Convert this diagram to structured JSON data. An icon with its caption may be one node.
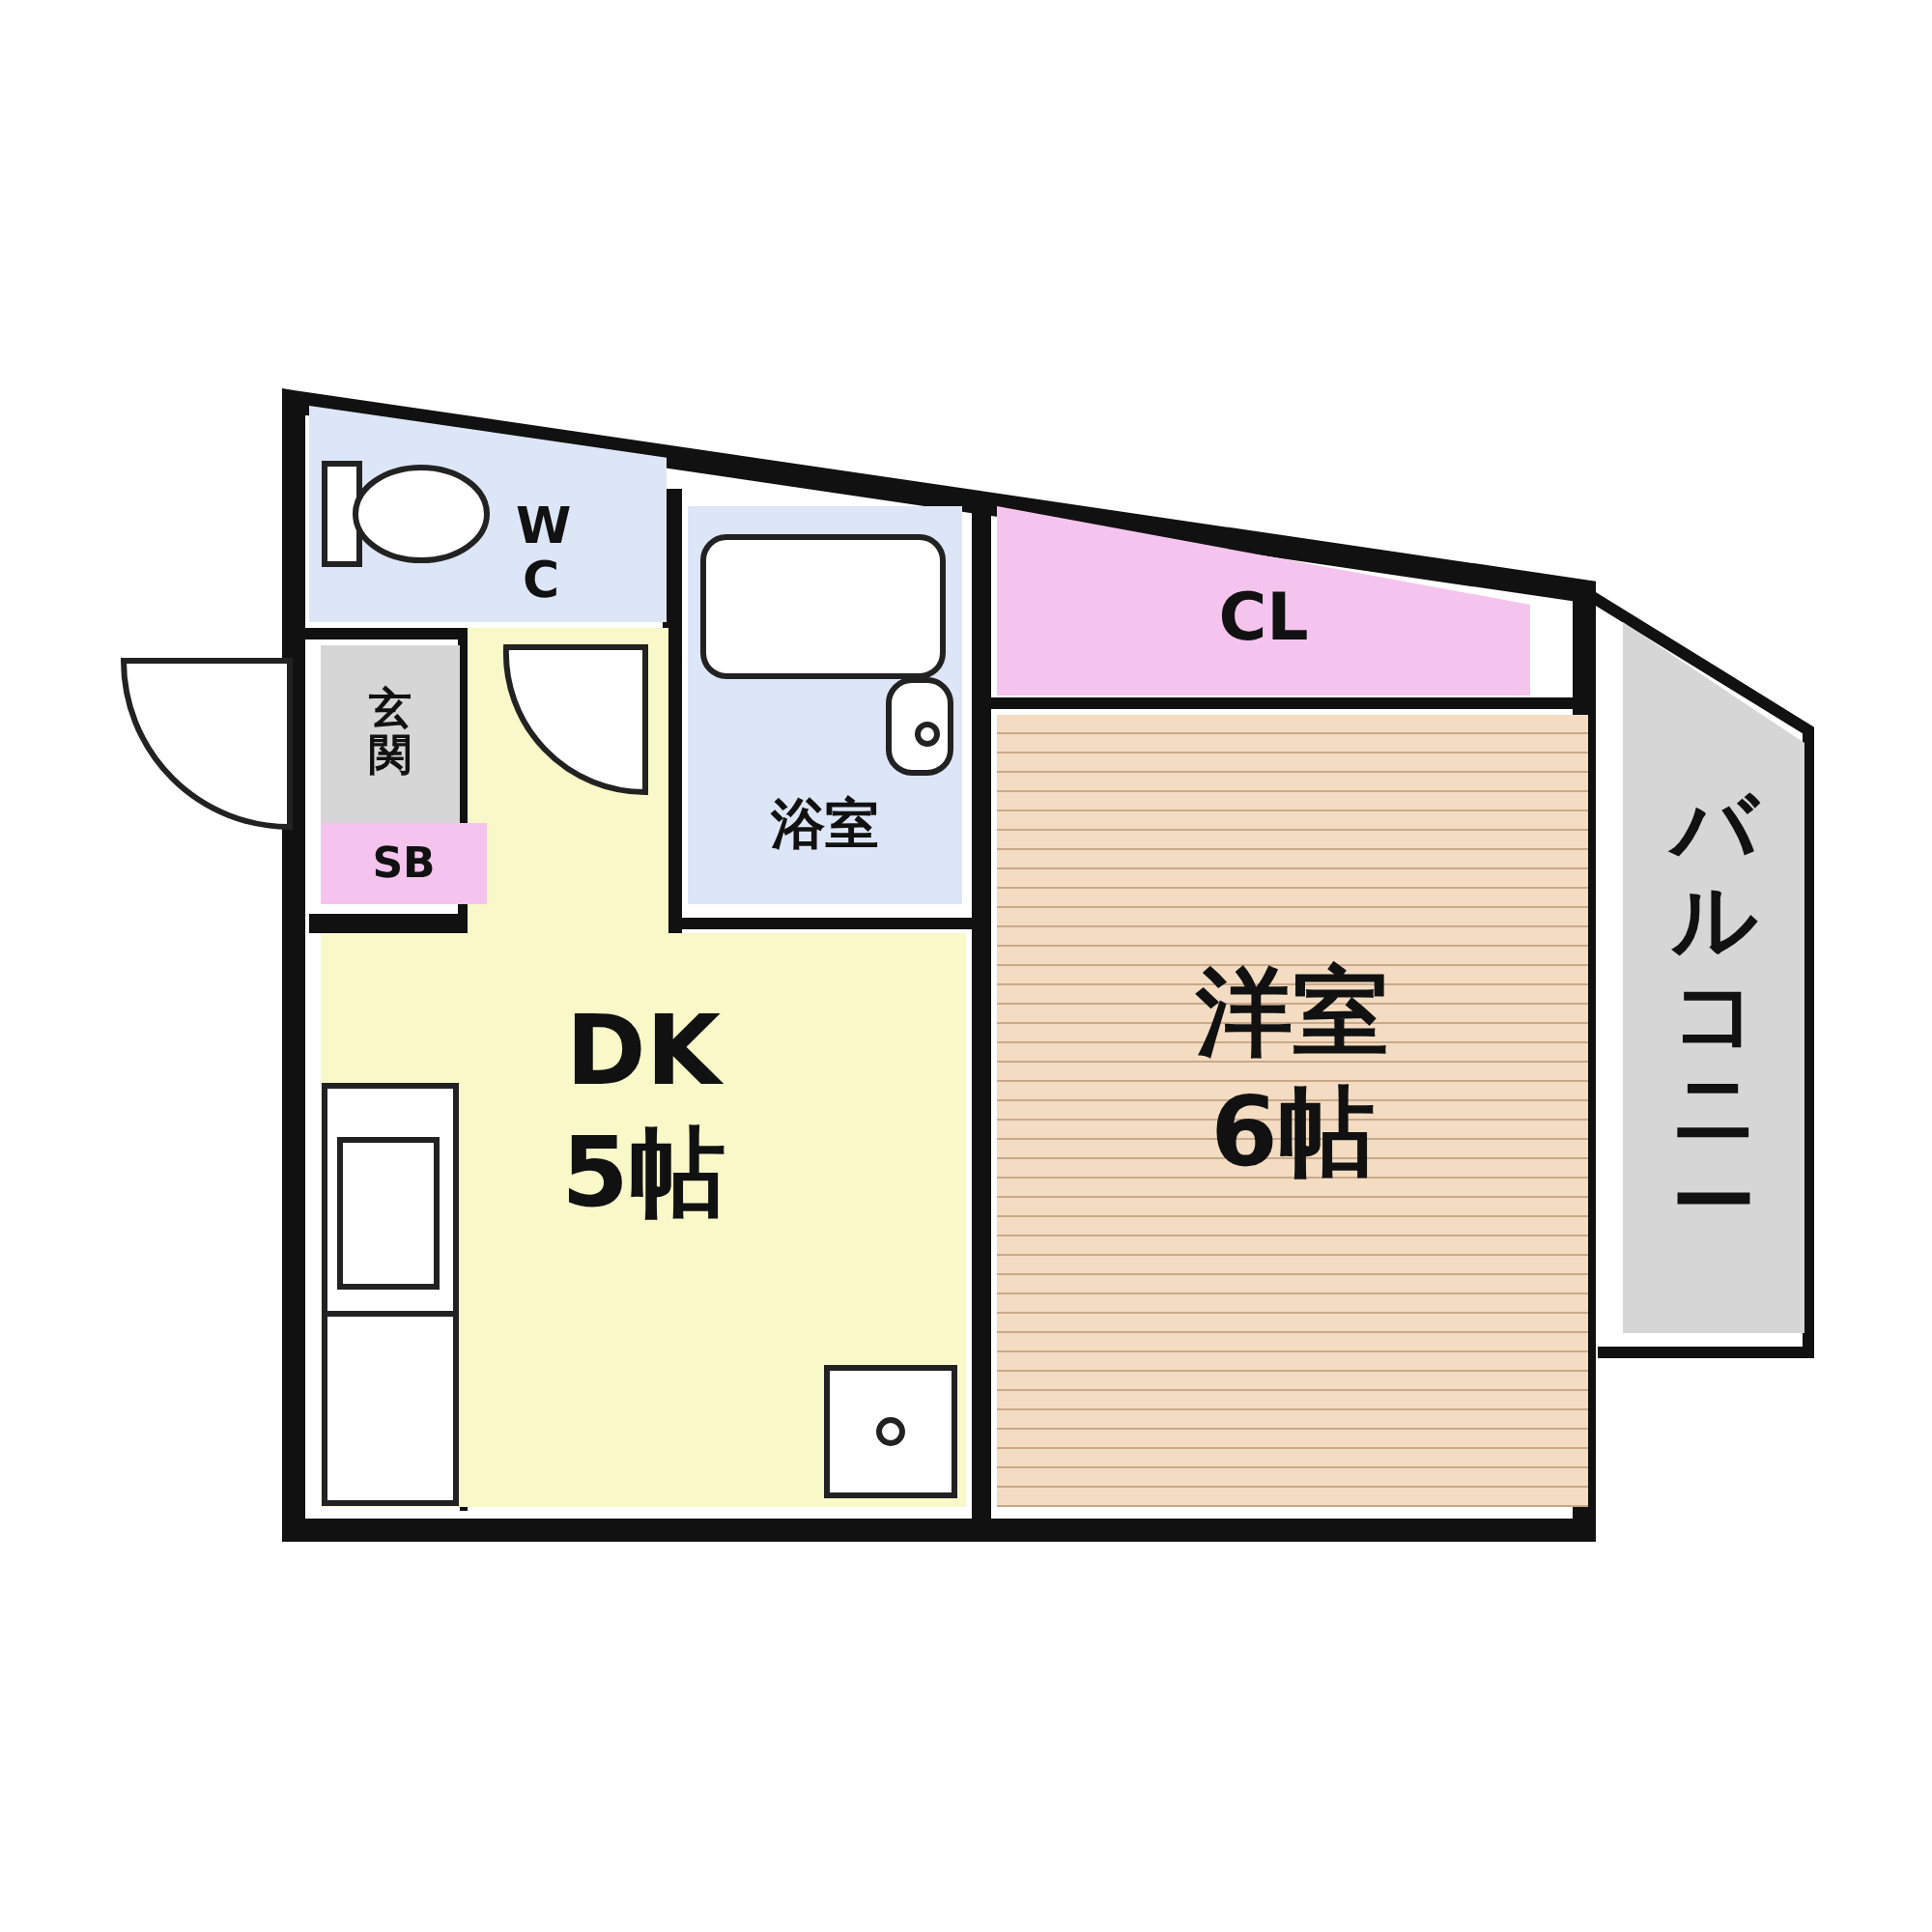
{
  "diagram": {
    "nodes": [
      {
        "text": [
          "WC"
        ]
      },
      {
        "text": [
          "玄関"
        ]
      },
      {
        "text": [
          "SB"
        ]
      },
      {
        "text": [
          "浴室"
        ]
      },
      {
        "text": [
          "CL"
        ]
      },
      {
        "text": [
          "DK",
          "5帖"
        ]
      },
      {
        "text": [
          "洋室",
          "6帖"
        ]
      },
      {
        "text": [
          "バルコニー"
        ]
      }
    ]
  }
}
